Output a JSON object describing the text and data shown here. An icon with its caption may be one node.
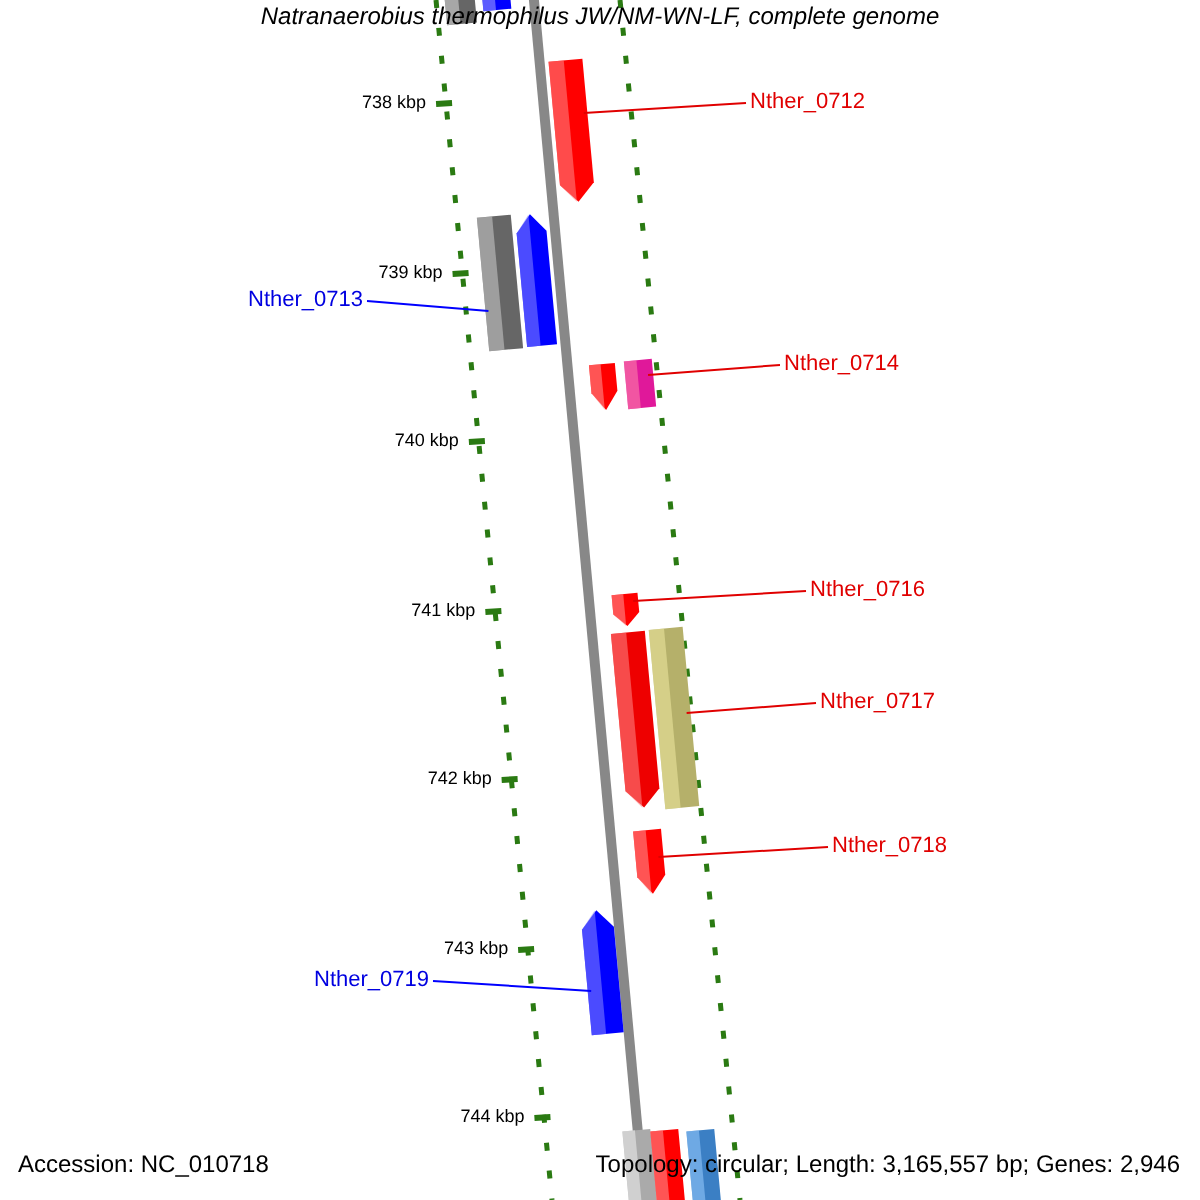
{
  "diagram": {
    "title": "Natranaerobius thermophilus JW/NM-WN-LF, complete genome",
    "nodes": [
      {
        "text": [],
        "shape": "bar"
      },
      {
        "text": [],
        "shape": "arrow"
      },
      {
        "text": [
          "Nther_0712"
        ]
      },
      {
        "text": [],
        "shape": "arrow"
      },
      {
        "text": [
          "Nther_0713"
        ]
      },
      {
        "text": [],
        "shape": "bar"
      },
      {
        "text": [],
        "shape": "arrow"
      },
      {
        "text": [
          "Nther_0714"
        ]
      },
      {
        "text": [],
        "shape": "arrow"
      },
      {
        "text": [],
        "shape": "bar"
      },
      {
        "text": [
          "Nther_0716"
        ]
      },
      {
        "text": [],
        "shape": "arrow"
      },
      {
        "text": [],
        "shape": "arrow"
      },
      {
        "text": [],
        "shape": "bar"
      },
      {
        "text": [
          "Nther_0717"
        ]
      },
      {
        "text": [
          "Nther_0718"
        ]
      },
      {
        "text": [],
        "shape": "arrow"
      },
      {
        "text": [
          "Nther_0719"
        ]
      },
      {
        "text": [],
        "shape": "arrow"
      },
      {
        "text": [],
        "shape": "bar"
      },
      {
        "text": [],
        "shape": "bar"
      },
      {
        "text": [],
        "shape": "bar"
      }
    ],
    "edges": [
      {
        "from": 2,
        "to": 3,
        "arrow": "none"
      },
      {
        "from": 4,
        "to": 5,
        "arrow": "none",
        "color": "#0000ff"
      },
      {
        "from": 7,
        "to": 9,
        "arrow": "none"
      },
      {
        "from": 10,
        "to": 11,
        "arrow": "none"
      },
      {
        "from": 14,
        "to": 13,
        "arrow": "none"
      },
      {
        "from": 15,
        "to": 16,
        "arrow": "none"
      },
      {
        "from": 17,
        "to": 18,
        "arrow": "none",
        "color": "#0000ff"
      }
    ],
    "labels": [
      "738 kbp",
      "739 kbp",
      "740 kbp",
      "741 kbp",
      "742 kbp",
      "743 kbp",
      "744 kbp",
      "Accession: NC_010718",
      "Topology: circular; Length: 3,165,557 bp; Genes: 2,946"
    ]
  }
}
